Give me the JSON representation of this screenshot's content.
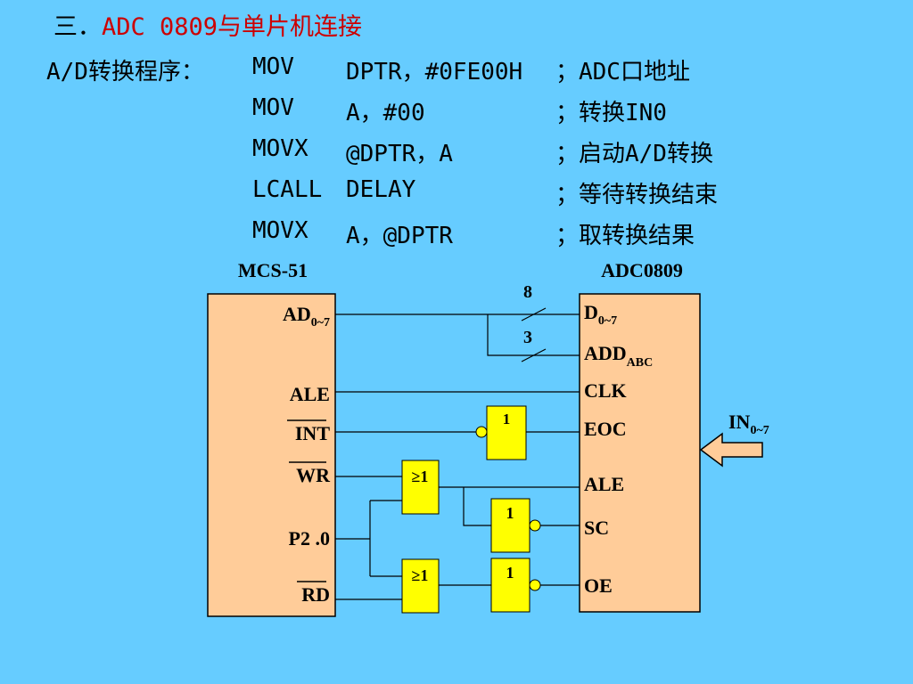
{
  "heading": {
    "number": "三．",
    "title": "ADC 0809与单片机连接"
  },
  "program": {
    "label": "A/D转换程序：",
    "lines": [
      {
        "op": "MOV",
        "arg": "DPTR，#0FE00H",
        "comment": "；ADC口地址"
      },
      {
        "op": "MOV",
        "arg": "A，#00",
        "comment": "；转换IN0"
      },
      {
        "op": "MOVX",
        "arg": "@DPTR，A",
        "comment": "；启动A/D转换"
      },
      {
        "op": "LCALL",
        "arg": "DELAY",
        "comment": "；等待转换结束"
      },
      {
        "op": "MOVX",
        "arg": "A，@DPTR",
        "comment": "；取转换结果"
      }
    ]
  },
  "diagram": {
    "mcu": {
      "title": "MCS-51",
      "pins": {
        "ad": "AD",
        "ad_sub": "0~7",
        "ale": "ALE",
        "int": "INT",
        "wr": "WR",
        "p20": "P2 .0",
        "rd": "RD"
      }
    },
    "adc": {
      "title": "ADC0809",
      "pins": {
        "d": "D",
        "d_sub": "0~7",
        "add": "ADD",
        "add_sub": "ABC",
        "clk": "CLK",
        "eoc": "EOC",
        "ale": "ALE",
        "sc": "SC",
        "oe": "OE"
      }
    },
    "bus_widths": {
      "data": "8",
      "addr": "3"
    },
    "gates": {
      "not": "1",
      "or": "≥1"
    },
    "input": {
      "label": "IN",
      "sub": "0~7"
    },
    "colors": {
      "background": "#66ccff",
      "chip_fill": "#ffcc99",
      "gate_fill": "#ffff00",
      "title_accent": "#cc0000"
    }
  }
}
